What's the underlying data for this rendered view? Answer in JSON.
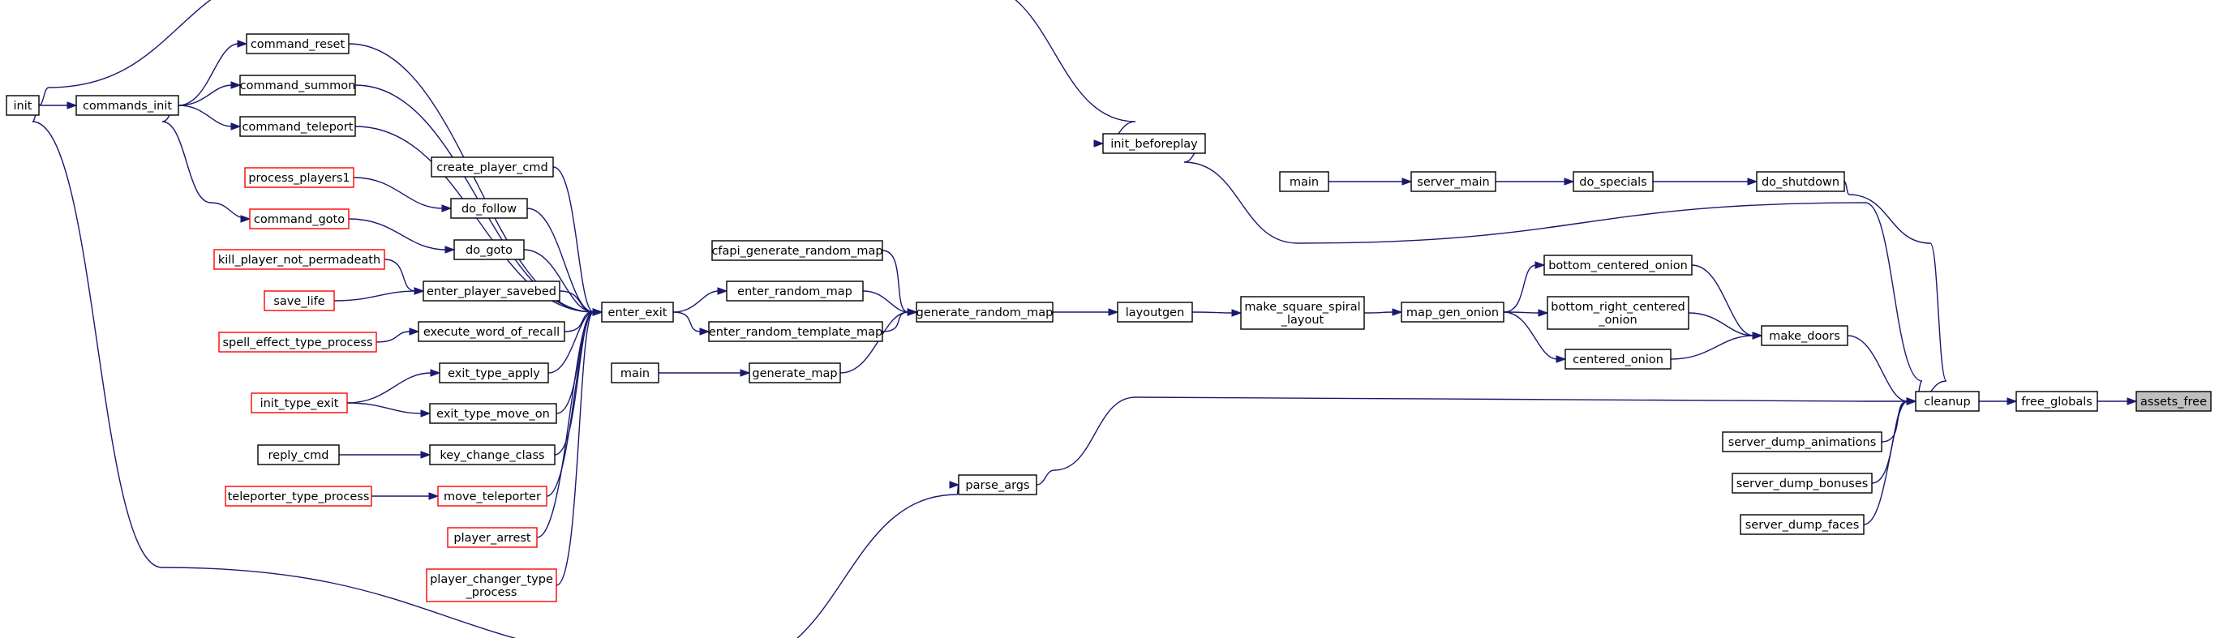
{
  "diagram": {
    "nodes": {
      "init": {
        "label": [
          "init"
        ],
        "style": "normal"
      },
      "commands_init": {
        "label": [
          "commands_init"
        ],
        "style": "normal"
      },
      "command_reset": {
        "label": [
          "command_reset"
        ],
        "style": "normal"
      },
      "command_summon": {
        "label": [
          "command_summon"
        ],
        "style": "normal"
      },
      "command_teleport": {
        "label": [
          "command_teleport"
        ],
        "style": "normal"
      },
      "create_player_cmd": {
        "label": [
          "create_player_cmd"
        ],
        "style": "normal"
      },
      "process_players1": {
        "label": [
          "process_players1"
        ],
        "style": "red"
      },
      "do_follow": {
        "label": [
          "do_follow"
        ],
        "style": "normal"
      },
      "command_goto": {
        "label": [
          "command_goto"
        ],
        "style": "red"
      },
      "do_goto": {
        "label": [
          "do_goto"
        ],
        "style": "normal"
      },
      "kill_player_not_permadeath": {
        "label": [
          "kill_player_not_permadeath"
        ],
        "style": "red"
      },
      "enter_player_savebed": {
        "label": [
          "enter_player_savebed"
        ],
        "style": "normal"
      },
      "save_life": {
        "label": [
          "save_life"
        ],
        "style": "red"
      },
      "spell_effect_type_process": {
        "label": [
          "spell_effect_type_process"
        ],
        "style": "red"
      },
      "execute_word_of_recall": {
        "label": [
          "execute_word_of_recall"
        ],
        "style": "normal"
      },
      "exit_type_apply": {
        "label": [
          "exit_type_apply"
        ],
        "style": "normal"
      },
      "init_type_exit": {
        "label": [
          "init_type_exit"
        ],
        "style": "red"
      },
      "exit_type_move_on": {
        "label": [
          "exit_type_move_on"
        ],
        "style": "normal"
      },
      "reply_cmd": {
        "label": [
          "reply_cmd"
        ],
        "style": "normal"
      },
      "key_change_class": {
        "label": [
          "key_change_class"
        ],
        "style": "normal"
      },
      "teleporter_type_process": {
        "label": [
          "teleporter_type_process"
        ],
        "style": "red"
      },
      "move_teleporter": {
        "label": [
          "move_teleporter"
        ],
        "style": "red"
      },
      "player_arrest": {
        "label": [
          "player_arrest"
        ],
        "style": "red"
      },
      "player_changer_type_process": {
        "label": [
          "player_changer_type",
          "_process"
        ],
        "style": "red"
      },
      "enter_exit": {
        "label": [
          "enter_exit"
        ],
        "style": "normal"
      },
      "cfapi_generate_random_map": {
        "label": [
          "cfapi_generate_random_map"
        ],
        "style": "normal"
      },
      "enter_random_map": {
        "label": [
          "enter_random_map"
        ],
        "style": "normal"
      },
      "enter_random_template_map": {
        "label": [
          "enter_random_template_map"
        ],
        "style": "normal"
      },
      "main_gen": {
        "label": [
          "main"
        ],
        "style": "normal"
      },
      "generate_map": {
        "label": [
          "generate_map"
        ],
        "style": "normal"
      },
      "generate_random_map": {
        "label": [
          "generate_random_map"
        ],
        "style": "normal"
      },
      "layoutgen": {
        "label": [
          "layoutgen"
        ],
        "style": "normal"
      },
      "make_square_spiral_layout": {
        "label": [
          "make_square_spiral",
          "_layout"
        ],
        "style": "normal"
      },
      "map_gen_onion": {
        "label": [
          "map_gen_onion"
        ],
        "style": "normal"
      },
      "bottom_centered_onion": {
        "label": [
          "bottom_centered_onion"
        ],
        "style": "normal"
      },
      "bottom_right_centered_onion": {
        "label": [
          "bottom_right_centered",
          "_onion"
        ],
        "style": "normal"
      },
      "centered_onion": {
        "label": [
          "centered_onion"
        ],
        "style": "normal"
      },
      "make_doors": {
        "label": [
          "make_doors"
        ],
        "style": "normal"
      },
      "init_beforeplay": {
        "label": [
          "init_beforeplay"
        ],
        "style": "normal"
      },
      "main_server": {
        "label": [
          "main"
        ],
        "style": "normal"
      },
      "server_main": {
        "label": [
          "server_main"
        ],
        "style": "normal"
      },
      "do_specials": {
        "label": [
          "do_specials"
        ],
        "style": "normal"
      },
      "do_shutdown": {
        "label": [
          "do_shutdown"
        ],
        "style": "normal"
      },
      "parse_args": {
        "label": [
          "parse_args"
        ],
        "style": "normal"
      },
      "cleanup": {
        "label": [
          "cleanup"
        ],
        "style": "normal"
      },
      "server_dump_animations": {
        "label": [
          "server_dump_animations"
        ],
        "style": "normal"
      },
      "server_dump_bonuses": {
        "label": [
          "server_dump_bonuses"
        ],
        "style": "normal"
      },
      "server_dump_faces": {
        "label": [
          "server_dump_faces"
        ],
        "style": "normal"
      },
      "free_globals": {
        "label": [
          "free_globals"
        ],
        "style": "normal"
      },
      "assets_free": {
        "label": [
          "assets_free"
        ],
        "style": "root"
      }
    },
    "edges": [
      [
        "init",
        "commands_init"
      ],
      [
        "commands_init",
        "command_reset"
      ],
      [
        "commands_init",
        "command_summon"
      ],
      [
        "commands_init",
        "command_teleport"
      ],
      [
        "commands_init",
        "command_goto"
      ],
      [
        "init",
        "init_beforeplay"
      ],
      [
        "init",
        "parse_args"
      ],
      [
        "process_players1",
        "do_follow"
      ],
      [
        "command_goto",
        "do_goto"
      ],
      [
        "kill_player_not_permadeath",
        "enter_player_savebed"
      ],
      [
        "save_life",
        "enter_player_savebed"
      ],
      [
        "spell_effect_type_process",
        "execute_word_of_recall"
      ],
      [
        "init_type_exit",
        "exit_type_apply"
      ],
      [
        "init_type_exit",
        "exit_type_move_on"
      ],
      [
        "reply_cmd",
        "key_change_class"
      ],
      [
        "teleporter_type_process",
        "move_teleporter"
      ],
      [
        "command_reset",
        "enter_exit"
      ],
      [
        "command_summon",
        "enter_exit"
      ],
      [
        "command_teleport",
        "enter_exit"
      ],
      [
        "create_player_cmd",
        "enter_exit"
      ],
      [
        "do_follow",
        "enter_exit"
      ],
      [
        "do_goto",
        "enter_exit"
      ],
      [
        "enter_player_savebed",
        "enter_exit"
      ],
      [
        "execute_word_of_recall",
        "enter_exit"
      ],
      [
        "exit_type_apply",
        "enter_exit"
      ],
      [
        "exit_type_move_on",
        "enter_exit"
      ],
      [
        "key_change_class",
        "enter_exit"
      ],
      [
        "move_teleporter",
        "enter_exit"
      ],
      [
        "player_arrest",
        "enter_exit"
      ],
      [
        "player_changer_type_process",
        "enter_exit"
      ],
      [
        "enter_exit",
        "enter_random_map"
      ],
      [
        "enter_exit",
        "enter_random_template_map"
      ],
      [
        "main_gen",
        "generate_map"
      ],
      [
        "cfapi_generate_random_map",
        "generate_random_map"
      ],
      [
        "enter_random_map",
        "generate_random_map"
      ],
      [
        "enter_random_template_map",
        "generate_random_map"
      ],
      [
        "generate_map",
        "generate_random_map"
      ],
      [
        "generate_random_map",
        "layoutgen"
      ],
      [
        "layoutgen",
        "make_square_spiral_layout"
      ],
      [
        "make_square_spiral_layout",
        "map_gen_onion"
      ],
      [
        "map_gen_onion",
        "bottom_centered_onion"
      ],
      [
        "map_gen_onion",
        "bottom_right_centered_onion"
      ],
      [
        "map_gen_onion",
        "centered_onion"
      ],
      [
        "bottom_centered_onion",
        "make_doors"
      ],
      [
        "bottom_right_centered_onion",
        "make_doors"
      ],
      [
        "centered_onion",
        "make_doors"
      ],
      [
        "main_server",
        "server_main"
      ],
      [
        "server_main",
        "do_specials"
      ],
      [
        "do_specials",
        "do_shutdown"
      ],
      [
        "init_beforeplay",
        "cleanup"
      ],
      [
        "do_shutdown",
        "cleanup"
      ],
      [
        "make_doors",
        "cleanup"
      ],
      [
        "parse_args",
        "cleanup"
      ],
      [
        "server_dump_animations",
        "cleanup"
      ],
      [
        "server_dump_bonuses",
        "cleanup"
      ],
      [
        "server_dump_faces",
        "cleanup"
      ],
      [
        "cleanup",
        "free_globals"
      ],
      [
        "free_globals",
        "assets_free"
      ]
    ]
  }
}
